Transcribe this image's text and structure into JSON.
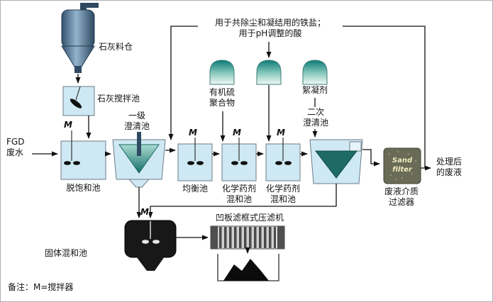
{
  "diagram": {
    "top_note": "用于共除尘和凝结用的铁盐；\n用于pH调整的酸",
    "bottom_note": "备注：M=搅拌器",
    "mixer_symbol": "M",
    "nodes": {
      "lime_silo": "石灰料仓",
      "lime_mix_tank": "石灰搅拌池",
      "fgd_wastewater": "FGD\n废水",
      "desaturation_tank": "脱饱和池",
      "primary_clarifier": "一级\n澄清池",
      "equalization_tank": "均衡池",
      "chem_mix_tank_1": "化学药剂\n混和池",
      "chem_mix_tank_2": "化学药剂\n混和池",
      "organic_sulfur_polymer": "有机硫\n聚合物",
      "flocculant": "絮凝剂",
      "secondary_clarifier": "二次\n澄清池",
      "sand_filter_text": "Sand\nfilter",
      "media_filter": "废液介质\n过滤器",
      "treated_effluent": "处理后\n的废液",
      "solids_mix_tank": "固体混和池",
      "filter_press": "凹板滤框式压滤机"
    },
    "colors": {
      "tank_fill": "#cfe9f4",
      "tank_border": "#6b7b87",
      "cone_teal": "#15706a",
      "hopper_blue": "#2e4a63",
      "dark_tank": "#181818",
      "filter_body": "#696b57",
      "filter_text": "#efe9bc",
      "line": "#111111"
    }
  }
}
